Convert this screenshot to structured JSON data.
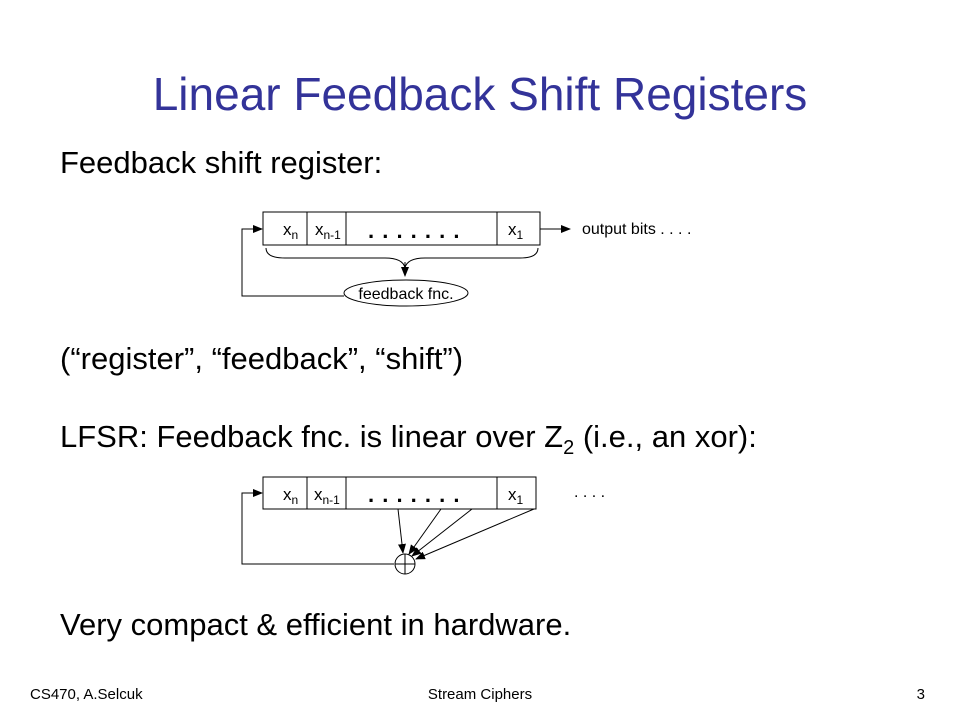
{
  "slide": {
    "title": "Linear Feedback Shift Registers",
    "line1": "Feedback shift register:",
    "line2": "(“register”, “feedback”, “shift”)",
    "line3_prefix": "LFSR:  Feedback fnc. is linear over Z",
    "line3_sub": "2",
    "line3_suffix": " (i.e., an xor):",
    "line4": "Very compact & efficient in hardware."
  },
  "diagram1": {
    "cell_n_base": "x",
    "cell_n_sub": "n",
    "cell_n1_base": "x",
    "cell_n1_sub": "n-1",
    "dots": ". . . . . . .",
    "cell_1_base": "x",
    "cell_1_sub": "1",
    "output_label": "output bits  . . . .",
    "feedback_label": "feedback fnc."
  },
  "diagram2": {
    "cell_n_base": "x",
    "cell_n_sub": "n",
    "cell_n1_base": "x",
    "cell_n1_sub": "n-1",
    "dots": ". . . . . . .",
    "cell_1_base": "x",
    "cell_1_sub": "1",
    "output_label": ". . . .",
    "xor_symbol": "⊕"
  },
  "footer": {
    "left": "CS470, A.Selcuk",
    "center": "Stream Ciphers",
    "right": "3"
  }
}
